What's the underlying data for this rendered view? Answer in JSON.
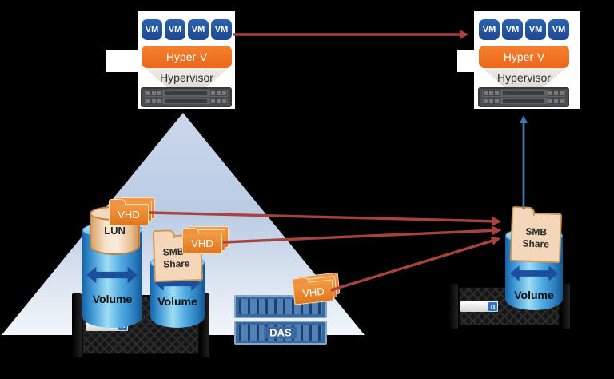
{
  "colors": {
    "vm_blue": "#2c62b0",
    "hyperv_orange": "#ec661b",
    "vhd_border": "#f7ddb8",
    "folder_tan": "#f3d7b8",
    "folder_border": "#cf9858",
    "migration_red": "#a9423d",
    "promote_blue": "#3f74b5",
    "arrow_navy": "#1d4e9e"
  },
  "hosts": {
    "left": {
      "vms": [
        "VM",
        "VM",
        "VM",
        "VM"
      ],
      "platform": "Hyper-V",
      "layer": "Hypervisor"
    },
    "right": {
      "vms": [
        "VM",
        "VM",
        "VM",
        "VM"
      ],
      "platform": "Hyper-V",
      "layer": "Hypervisor"
    }
  },
  "source": {
    "lun_group": {
      "vhd": "VHD",
      "lun": "LUN",
      "volume": "Volume"
    },
    "smb_group": {
      "vhd": "VHD",
      "share": "SMB Share",
      "volume": "Volume"
    },
    "das_group": {
      "vhd": "VHD",
      "das": "DAS"
    },
    "array_logo": "n"
  },
  "destination": {
    "share": "SMB Share",
    "volume": "Volume",
    "array_logo": "n"
  }
}
